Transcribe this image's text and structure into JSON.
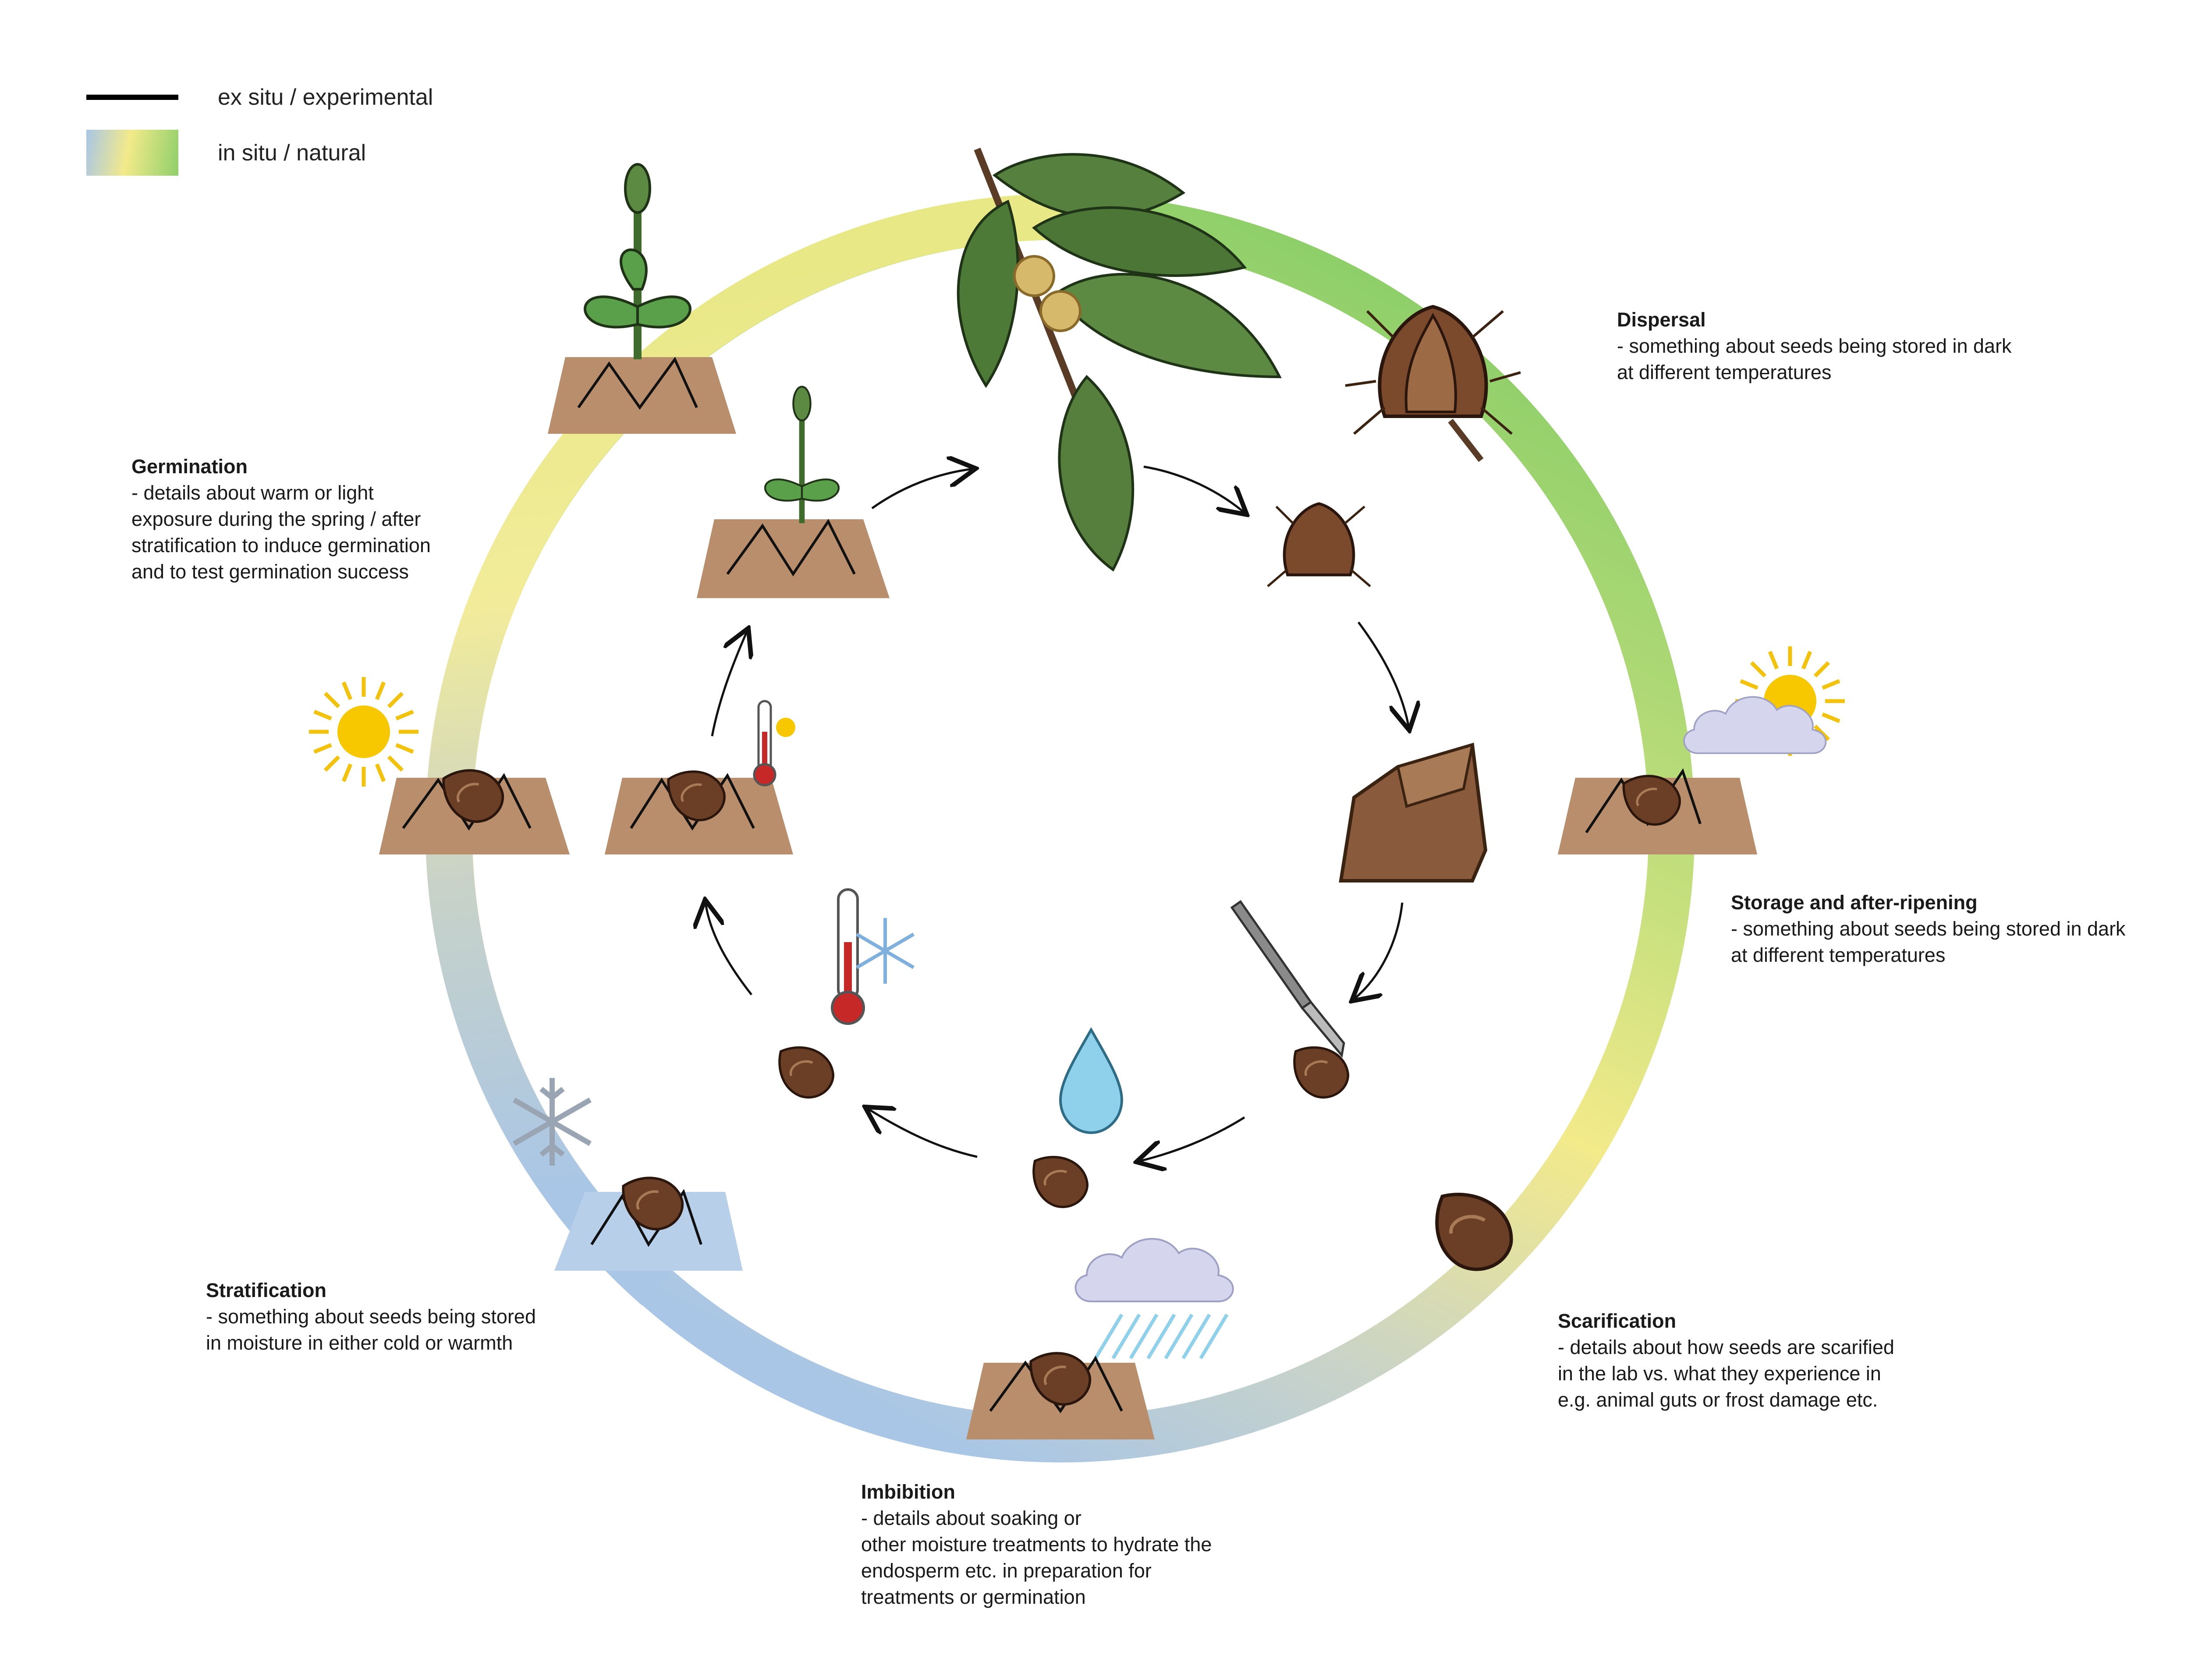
{
  "legend": {
    "exsitu": "ex situ / experimental",
    "insitu": "in situ / natural"
  },
  "stages": {
    "dispersal": {
      "title": "Dispersal",
      "desc": " - something about seeds being stored in dark\nat different temperatures"
    },
    "storage": {
      "title": "Storage and after-ripening",
      "desc": " - something about seeds being stored in dark\nat different temperatures"
    },
    "scarification": {
      "title": "Scarification",
      "desc": " - details about how seeds are scarified\nin the lab vs. what they experience in\ne.g. animal guts or frost damage etc."
    },
    "imbibition": {
      "title": "Imbibition",
      "desc": " - details about soaking or\nother moisture treatments to hydrate the\nendosperm etc. in preparation for\ntreatments or germination"
    },
    "stratification": {
      "title": "Stratification",
      "desc": " - something about seeds being stored\nin moisture in either cold or warmth"
    },
    "germination": {
      "title": "Germination",
      "desc": " - details about warm or light\nexposure during the spring / after\nstratification to induce germination\nand to test germination success"
    }
  },
  "colors": {
    "ring_green": "#8fcf6a",
    "ring_yellow": "#f3ea8a",
    "ring_blue": "#a9c6e6",
    "soil": "#b88e6c",
    "soil_cold": "#b8cfea",
    "seed": "#6b3f26",
    "sun": "#f7c700",
    "cloud": "#d5d6ee",
    "water": "#8fd0ea",
    "leaf": "#4f7a3a"
  }
}
